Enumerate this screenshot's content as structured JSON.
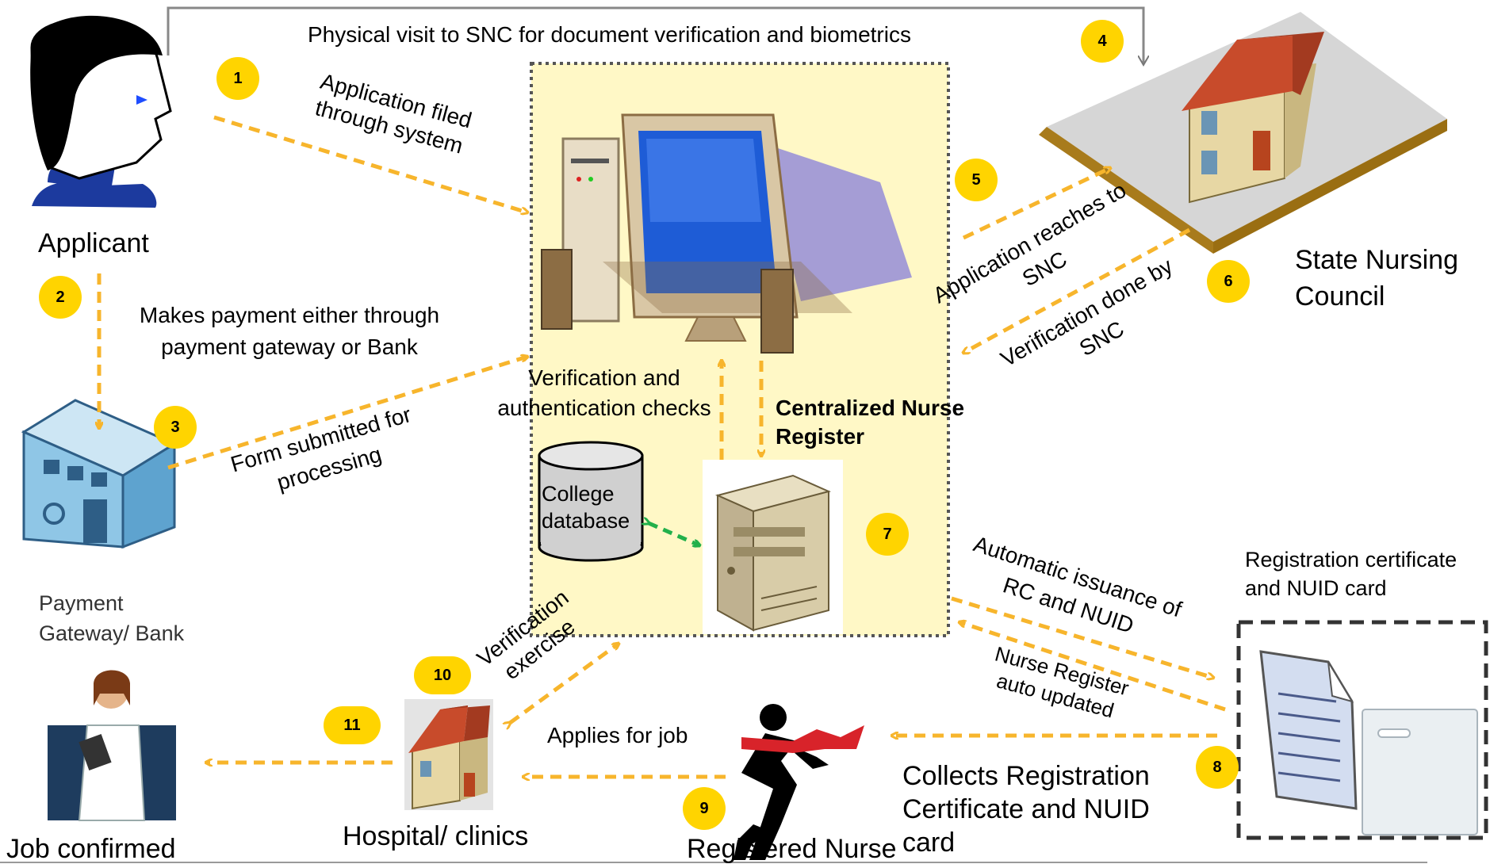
{
  "colors": {
    "arrow": "#F7B52C",
    "badge": "#FFD400",
    "system_box": "#FFF8C6",
    "db_link": "#22B04B"
  },
  "actors": {
    "applicant": "Applicant",
    "state_nursing_council": "State Nursing Council",
    "payment_gateway": "Payment Gateway/ Bank",
    "centralized_register": "Centralized Nurse Register",
    "college_database": "College database",
    "hospital": "Hospital/ clinics",
    "registered_nurse": "Registered Nurse",
    "job_confirmed": "Job confirmed",
    "rc_nuid": "Registration certificate and NUID card"
  },
  "labels": {
    "physical_visit": "Physical visit to SNC for document verification and biometrics",
    "application_filed": "Application filed through system",
    "makes_payment": "Makes payment either through payment gateway or Bank",
    "form_submitted": "Form submitted for processing",
    "application_reaches": "Application reaches to SNC",
    "verification_snc": "Verification done by SNC",
    "verification_checks": "Verification and authentication checks",
    "automatic_issuance": "Automatic issuance of RC and NUID",
    "register_updated": "Nurse Register auto updated",
    "collects_rc": "Collects Registration Certificate and NUID card",
    "applies_job": "Applies for job",
    "verification_exercise": "Verification exercise"
  },
  "steps": [
    "1",
    "2",
    "3",
    "4",
    "5",
    "6",
    "7",
    "8",
    "9",
    "10",
    "11"
  ],
  "icons": {
    "applicant": "person-head-icon",
    "computer": "desktop-computer-icon",
    "council": "house-on-platform-icon",
    "bank": "bank-building-icon",
    "server": "server-tower-icon",
    "database": "database-cylinder-icon",
    "hospital": "house-icon",
    "nurse": "running-person-icon",
    "doctor": "doctor-icon",
    "certificate": "document-icon",
    "card": "id-card-icon"
  }
}
